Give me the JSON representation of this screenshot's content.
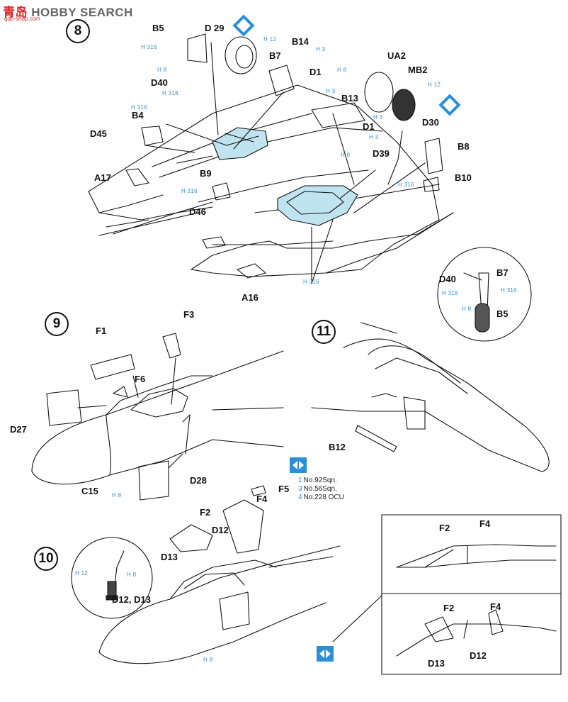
{
  "watermark": {
    "brand_cn": "青岛",
    "brand_en": "HOBBY SEARCH",
    "url": "qqo-shop.com"
  },
  "steps": {
    "s8": "8",
    "s9": "9",
    "s10": "10",
    "s11": "11"
  },
  "step8": {
    "parts": {
      "B5": "B5",
      "D29": "D 29",
      "B7": "B7",
      "B14": "B14",
      "D1": "D1",
      "UA2": "UA2",
      "MB2": "MB2",
      "D40": "D40",
      "B4": "B4",
      "D45": "D45",
      "B13": "B13",
      "D1b": "D1",
      "D30": "D30",
      "B8": "B8",
      "D39": "D39",
      "A17": "A17",
      "B9": "B9",
      "B10": "B10",
      "D46": "D46",
      "A16": "A16"
    },
    "paints": {
      "h316a": "H 316",
      "h12a": "H 12",
      "h8a": "H 8",
      "h316b": "H 316",
      "h3a": "H 3",
      "h8b": "H 8",
      "h3b": "H 3",
      "h12b": "H 12",
      "h316c": "H 316",
      "h3c": "H 3",
      "h3d": "H 3",
      "h8c": "H 8",
      "h316d": "H 316",
      "h316e": "H 316",
      "h316f": "H 316"
    }
  },
  "detail": {
    "parts": {
      "D40": "D40",
      "B7": "B7",
      "B5": "B5"
    },
    "paints": {
      "h316a": "H 316",
      "h316b": "H 316",
      "h8": "H 8"
    }
  },
  "step9": {
    "parts": {
      "F1": "F1",
      "F3": "F3",
      "F6": "F6",
      "D27": "D27",
      "C15": "C15",
      "D28": "D28"
    },
    "paints": {
      "h8": "H 8"
    }
  },
  "step11": {
    "parts": {
      "B12": "B12"
    }
  },
  "legend": {
    "items": [
      {
        "num": "1",
        "text": "No.92Sqn."
      },
      {
        "num": "3",
        "text": "No.56Sqn."
      },
      {
        "num": "4",
        "text": "No.228 OCU"
      }
    ]
  },
  "step10": {
    "parts": {
      "F5": "F5",
      "F2": "F2",
      "F4": "F4",
      "D12": "D12",
      "D13": "D13"
    },
    "paints": {
      "h8": "H 8"
    },
    "inset": {
      "h12": "H 12",
      "h8": "H 8",
      "label": "D12, D13"
    }
  },
  "boxes": {
    "top": {
      "F2": "F2",
      "F4": "F4"
    },
    "bottom": {
      "F2": "F2",
      "F4": "F4",
      "D13": "D13",
      "D12": "D12"
    }
  },
  "colors": {
    "paint_callout": "#3a8fd6",
    "cockpit_fill": "#bfe3ef",
    "marker": "#2a8fd6",
    "line": "#111111"
  }
}
